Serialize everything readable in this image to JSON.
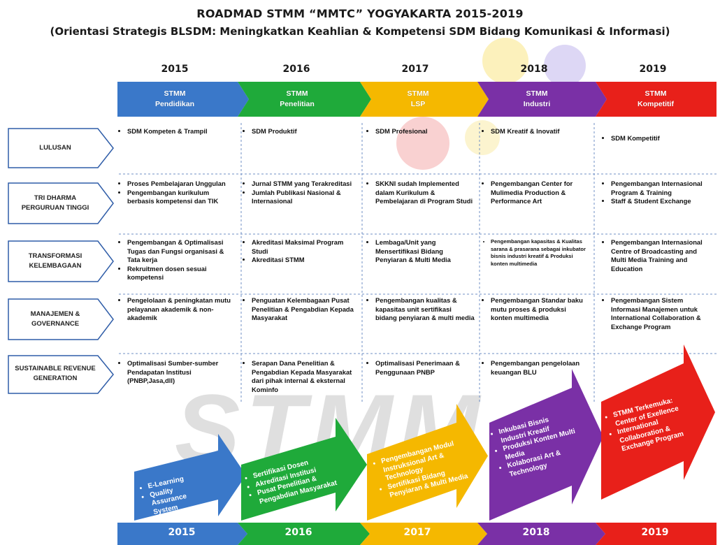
{
  "title": "ROADMAD STMM “MMTC” YOGYAKARTA 2015-2019",
  "subtitle": "(Orientasi Strategis BLSDM: Meningkatkan Keahlian & Kompetensi SDM Bidang Komunikasi & Informasi)",
  "watermark": "STMM",
  "colors": {
    "c2015": "#3a78c9",
    "c2016": "#1faa3a",
    "c2017": "#f5b800",
    "c2018": "#7a30a6",
    "c2019": "#e8201a"
  },
  "years": [
    "2015",
    "2016",
    "2017",
    "2018",
    "2019"
  ],
  "phases": [
    {
      "line1": "STMM",
      "line2": "Pendidikan"
    },
    {
      "line1": "STMM",
      "line2": "Penelitian"
    },
    {
      "line1": "STMM",
      "line2": "LSP"
    },
    {
      "line1": "STMM",
      "line2": "Industri"
    },
    {
      "line1": "STMM",
      "line2": "Kompetitif"
    }
  ],
  "rows": [
    {
      "label_lines": [
        "LULUSAN"
      ],
      "cells": [
        [
          "SDM Kompeten & Trampil"
        ],
        [
          "SDM Produktif"
        ],
        [
          "SDM Profesional"
        ],
        [
          "SDM Kreatif & Inovatif"
        ],
        [
          "SDM Kompetitif"
        ]
      ]
    },
    {
      "label_lines": [
        "TRI DHARMA",
        "PERGURUAN TINGGI"
      ],
      "cells": [
        [
          "Proses Pembelajaran Unggulan",
          "Pengembangan kurikulum berbasis kompetensi dan TIK"
        ],
        [
          "Jurnal STMM yang Terakreditasi",
          "Jumlah Publikasi Nasional & Internasional"
        ],
        [
          "SKKNI sudah Implemented dalam Kurikulum & Pembelajaran di Program Studi"
        ],
        [
          "Pengembangan Center for Mulimedia Production & Performance Art"
        ],
        [
          "Pengembangan Internasional Program & Training",
          "Staff & Student Exchange"
        ]
      ]
    },
    {
      "label_lines": [
        "TRANSFORMASI",
        "KELEMBAGAAN"
      ],
      "cells": [
        [
          "Pengembangan & Optimalisasi Tugas dan Fungsi organisasi & Tata kerja",
          "Rekruitmen dosen sesuai kompetensi"
        ],
        [
          "Akreditasi Maksimal Program Studi",
          "Akreditasi STMM"
        ],
        [
          "Lembaga/Unit yang Mensertifikasi Bidang Penyiaran & Multi Media"
        ],
        [
          "Pengembangan kapasitas & Kualitas sarana & prasarana sebagai inkubator bisnis industri kreatif & Produksi konten multimedia"
        ],
        [
          "Pengembangan Internasional Centre of Broadcasting and Multi Media Training and Education"
        ]
      ]
    },
    {
      "label_lines": [
        "MANAJEMEN &",
        "GOVERNANCE"
      ],
      "cells": [
        [
          "Pengelolaan & peningkatan mutu pelayanan akademik & non-akademik"
        ],
        [
          "Penguatan Kelembagaan Pusat Penelitian & Pengabdian Kepada Masyarakat"
        ],
        [
          "Pengembangan kualitas & kapasitas unit sertifikasi bidang penyiaran & multi media"
        ],
        [
          "Pengembangan Standar baku mutu proses & produksi konten multimedia"
        ],
        [
          "Pengembangan Sistem Informasi Manajemen untuk International Collaboration & Exchange Program"
        ]
      ]
    },
    {
      "label_lines": [
        "SUSTAINABLE REVENUE",
        "GENERATION"
      ],
      "cells": [
        [
          "Optimalisasi Sumber-sumber Pendapatan Institusi (PNBP,Jasa,dll)"
        ],
        [
          "Serapan Dana Penelitian & Pengabdian Kepada Masyarakat dari pihak internal & eksternal Kominfo"
        ],
        [
          "Optimalisasi Penerimaan & Penggunaan PNBP"
        ],
        [
          "Pengembangan pengelolaan keuangan BLU"
        ],
        []
      ]
    }
  ],
  "big_arrows": [
    [
      "E-Learning",
      "Quality Assurance System"
    ],
    [
      "Sertifikasi Dosen",
      "Akreditasi Institusi",
      "Pusat Penelitian & Pengabdian Masyarakat"
    ],
    [
      "Pengembangan Modul Instruksional Art & Technology",
      "Sertifikasi Bidang Penyiaran & Multi Media"
    ],
    [
      "Inkubasi Bisnis Industri Kreatif",
      "Produksi Konten Multi Media",
      "Kolaborasi Art & Technology"
    ],
    [
      "STMM Terkemuka: Center of Exellence",
      "International Collaboration & Exchange Program"
    ]
  ]
}
